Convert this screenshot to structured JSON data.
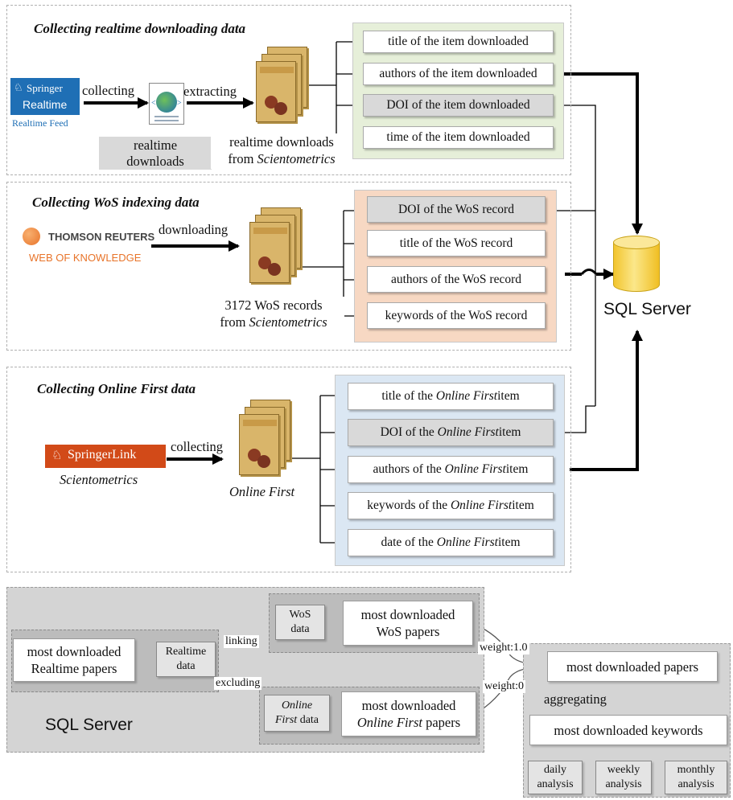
{
  "sections": {
    "realtime": {
      "heading": "Collecting realtime downloading data",
      "logo": {
        "brand": "Springer",
        "sub": "Realtime",
        "caption": "Realtime Feed"
      },
      "collecting": "collecting",
      "extracting": "extracting",
      "realtime_label": [
        "realtime",
        "downloads"
      ],
      "downloads_label": {
        "line1": "realtime downloads",
        "line2_prefix": "from ",
        "line2_italic": "Scientometrics"
      },
      "fields": [
        "title of the item downloaded",
        "authors of the item downloaded",
        "DOI of the item downloaded",
        "time of the item downloaded"
      ]
    },
    "wos": {
      "heading": "Collecting WoS indexing data",
      "logo": {
        "brand": "THOMSON REUTERS",
        "sub": "WEB OF KNOWLEDGE"
      },
      "downloading": "downloading",
      "records_label": {
        "line1": "3172 WoS records",
        "line2_prefix": "from ",
        "line2_italic": "Scientometrics"
      },
      "fields": [
        "DOI of the WoS record",
        "title  of the WoS record",
        "authors  of the WoS record",
        "keywords of the WoS record"
      ]
    },
    "online_first": {
      "heading": "Collecting Online First data",
      "logo": {
        "brand": "SpringerLink",
        "caption": "Scientometrics"
      },
      "collecting": "collecting",
      "label": "Online First",
      "fields": [
        {
          "pre": "title of the ",
          "it": "Online First",
          "post": " item"
        },
        {
          "pre": "DOI of the ",
          "it": "Online First",
          "post": " item"
        },
        {
          "pre": "authors of the ",
          "it": "Online First",
          "post": " item"
        },
        {
          "pre": "keywords of the ",
          "it": "Online First",
          "post": " item"
        },
        {
          "pre": "date of the ",
          "it": "Online First",
          "post": " item"
        }
      ]
    }
  },
  "sql_server": "SQL Server",
  "bottom": {
    "sql_server": "SQL Server",
    "realtime_papers": [
      "most downloaded",
      "Realtime papers"
    ],
    "realtime_data": [
      "Realtime",
      "data"
    ],
    "linking": "linking",
    "excluding": "excluding",
    "wos_data": [
      "WoS",
      "data"
    ],
    "wos_papers": [
      "most downloaded",
      "WoS papers"
    ],
    "of_data": {
      "it": "Online",
      "it2": "First",
      "post": " data"
    },
    "of_papers": {
      "line1": "most downloaded",
      "it": "Online First",
      "post": " papers"
    },
    "weight1": "weight:1.0",
    "weight0": "weight:0",
    "downloaded_papers": "most downloaded  papers",
    "aggregating": "aggregating",
    "keywords": "most downloaded keywords",
    "daily": [
      "daily",
      "analysis"
    ],
    "weekly": [
      "weekly",
      "analysis"
    ],
    "monthly": [
      "monthly",
      "analysis"
    ]
  },
  "colors": {
    "springer_blue": "#1f6fb5",
    "springerlink_red": "#d24a18",
    "thomson_orange": "#e8742a",
    "cylinder": "#f6d44a"
  }
}
